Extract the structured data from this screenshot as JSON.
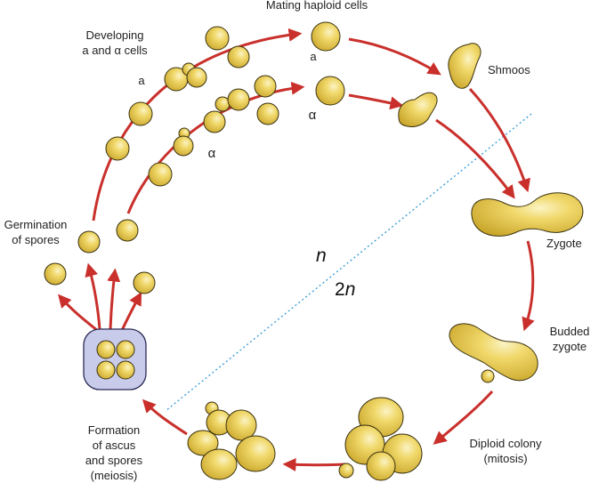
{
  "labels": {
    "mating": "Mating haploid cells",
    "developing": "Developing\na and α cells",
    "a_top": "a",
    "a_left": "a",
    "alpha_mid": "α",
    "alpha_low": "α",
    "shmoos": "Shmoos",
    "germination": "Germination\nof spores",
    "zygote": "Zygote",
    "budded": "Budded\nzygote",
    "diploid": "Diploid colony\n(mitosis)",
    "formation": "Formation\nof ascus\nand spores\n(meiosis)",
    "n": "n",
    "two": "2",
    "two_n": "n"
  },
  "colors": {
    "cell_fill": "#e8c74a",
    "cell_highlight": "#fbf3c4",
    "cell_edge": "#3a3210",
    "arrow": "#c9302c",
    "dotted_line": "#3ea0d8",
    "ascus_fill": "#c9cbea"
  }
}
